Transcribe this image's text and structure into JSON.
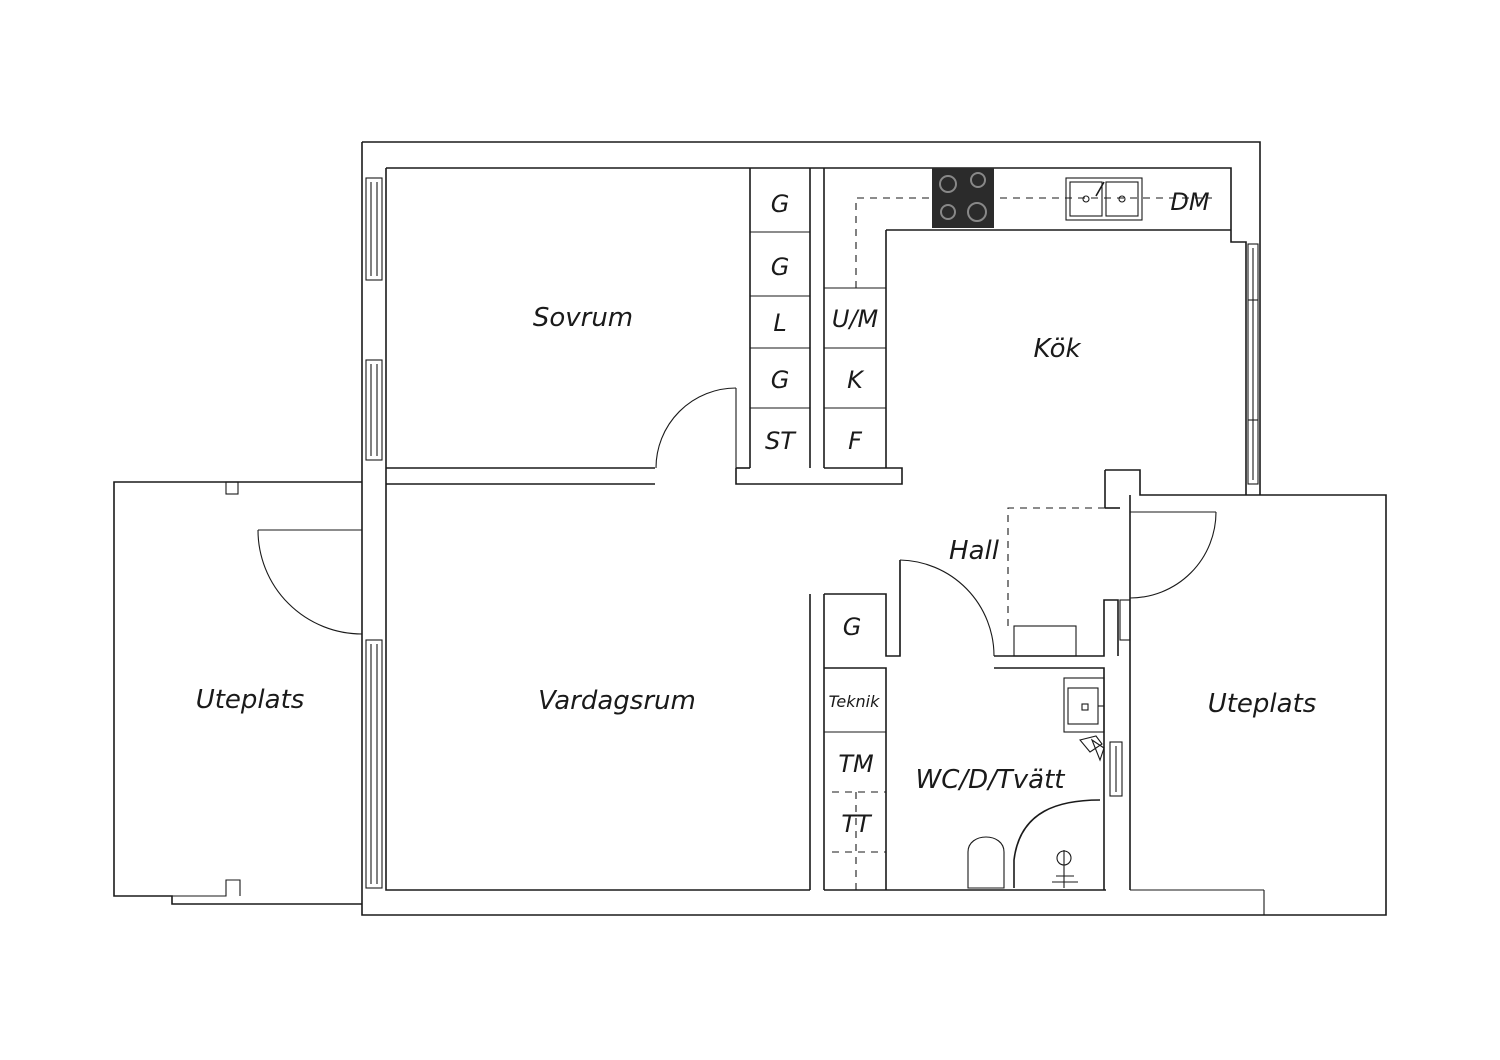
{
  "rooms": {
    "sovrum": "Sovrum",
    "kok": "Kök",
    "hall": "Hall",
    "vardagsrum": "Vardagsrum",
    "wc": "WC/D/Tvätt",
    "uteplats_left": "Uteplats",
    "uteplats_right": "Uteplats"
  },
  "cabinets": {
    "bedroom": [
      "G",
      "G",
      "L",
      "G",
      "ST"
    ],
    "kitchen": [
      "U/M",
      "K",
      "F"
    ],
    "dishwasher": "DM",
    "hall_closet": "G",
    "laundry": [
      "Teknik",
      "TM",
      "TT"
    ]
  },
  "colors": {
    "stove": "#2b2b2b",
    "line": "#1a1a1a"
  }
}
